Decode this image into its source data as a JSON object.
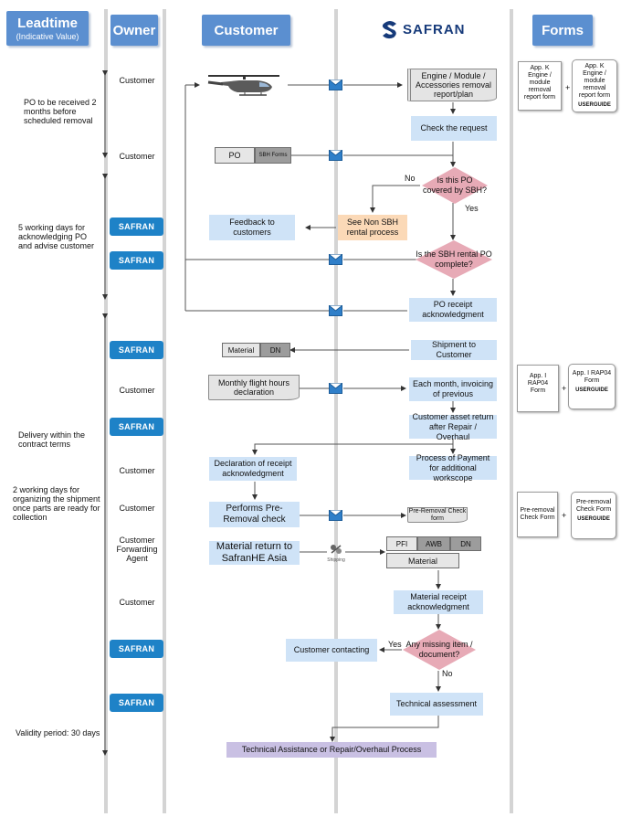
{
  "headers": {
    "leadtime": "Leadtime",
    "leadtime_sub": "(Indicative Value)",
    "owner": "Owner",
    "customer": "Customer",
    "safran_logo": "SAFRAN",
    "forms": "Forms"
  },
  "leadtimes": {
    "po_received": "PO to be received 2 months before scheduled removal",
    "working_days_5": "5 working days for acknowledging PO and advise customer",
    "delivery": "Delivery within the contract terms",
    "working_days_2": "2 working days for organizing the shipment once parts are ready for collection",
    "validity": "Validity period: 30 days"
  },
  "owners": {
    "customer": "Customer",
    "forwarding": "Customer Forwarding Agent",
    "safran_badge": "SAFRAN"
  },
  "steps": {
    "removal_report": "Engine / Module / Accessories removal report/plan",
    "check_request": "Check the request",
    "po_doc": "PO",
    "sbh_forms": "SBH Forms",
    "is_sbh": "Is this PO covered by SBH?",
    "no": "No",
    "yes": "Yes",
    "feedback": "Feedback to customers",
    "non_sbh": "See Non SBH rental process",
    "complete": "Is the SBH rental PO complete?",
    "po_ack": "PO receipt acknowledgment",
    "material": "Material",
    "dn": "DN",
    "shipment": "Shipment to Customer",
    "flight_hours": "Monthly flight hours declaration",
    "invoicing": "Each month, invoicing of previous",
    "asset_return": "Customer asset return after Repair / Overhaul",
    "decl_receipt": "Declaration of receipt acknowledgment",
    "payment": "Process of Payment for additional workscope",
    "pre_removal": "Performs Pre-Removal check",
    "pre_removal_form": "Pre-Removal Check form",
    "material_return": "Material return to SafranHE Asia",
    "shipping": "Shipping",
    "pfi": "PFI",
    "awb": "AWB",
    "material_receipt": "Material receipt acknowledgment",
    "customer_contacting": "Customer contacting",
    "missing_item": "Any missing item / document?",
    "tech_assessment": "Technical assessment",
    "tech_assistance": "Technical Assistance or Repair/Overhaul Process"
  },
  "forms": {
    "app_k": "App. K Engine / module removal report form",
    "app_k_guide": "App. K Engine / module removal report form",
    "app_i": "App. I RAP04 Form",
    "app_i_guide": "App. I RAP04 Form",
    "pre_removal": "Pre-removal Check Form",
    "pre_removal_guide": "Pre-removal Check Form",
    "userguide": "USERGUIDE",
    "plus": "+"
  },
  "colors": {
    "header": "#5b8fd0",
    "process_box": "#cfe3f7",
    "decision": "#e7aab6",
    "external_process": "#fbd9b7",
    "final_process": "#c9c0e3",
    "safran_badge": "#1e82c7",
    "safran_logo": "#163a7a"
  },
  "icons": [
    "helicopter-icon",
    "envelope-icon",
    "shipping-icon",
    "safran-logo-icon"
  ]
}
